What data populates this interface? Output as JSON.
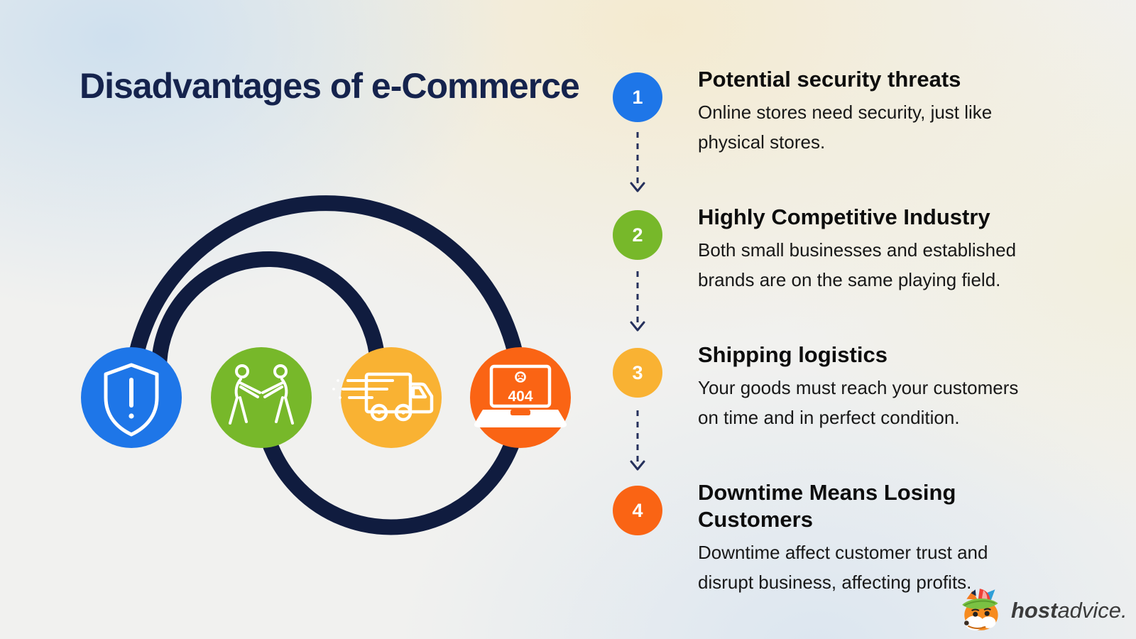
{
  "title": "Disadvantages of e-Commerce",
  "colors": {
    "navy": "#101c3f",
    "title_navy": "#15234d",
    "connector_navy": "#25305c",
    "blue": "#1e76e8",
    "green": "#77b82a",
    "yellow": "#f9b233",
    "orange": "#fa6414",
    "background": "#f1f1ef"
  },
  "items": [
    {
      "number": "1",
      "color": "#1e76e8",
      "icon": "shield-alert",
      "title": "Potential security threats",
      "line1": "Online stores need security, just like",
      "line2": "physical stores."
    },
    {
      "number": "2",
      "color": "#77b82a",
      "icon": "competing-people",
      "title": "Highly Competitive Industry",
      "line1": "Both small businesses and established",
      "line2": "brands are on the same playing field."
    },
    {
      "number": "3",
      "color": "#f9b233",
      "icon": "delivery-truck",
      "title": "Shipping logistics",
      "line1": "Your goods must reach your customers",
      "line2": "on time and in perfect condition."
    },
    {
      "number": "4",
      "color": "#fa6414",
      "icon": "laptop-404",
      "title": "Downtime Means Losing Customers",
      "line1": "Downtime affect customer trust and",
      "line2": "disrupt business, affecting profits."
    }
  ],
  "graphic": {
    "error_code": "404"
  },
  "logo": {
    "bold": "host",
    "regular": "advice."
  }
}
